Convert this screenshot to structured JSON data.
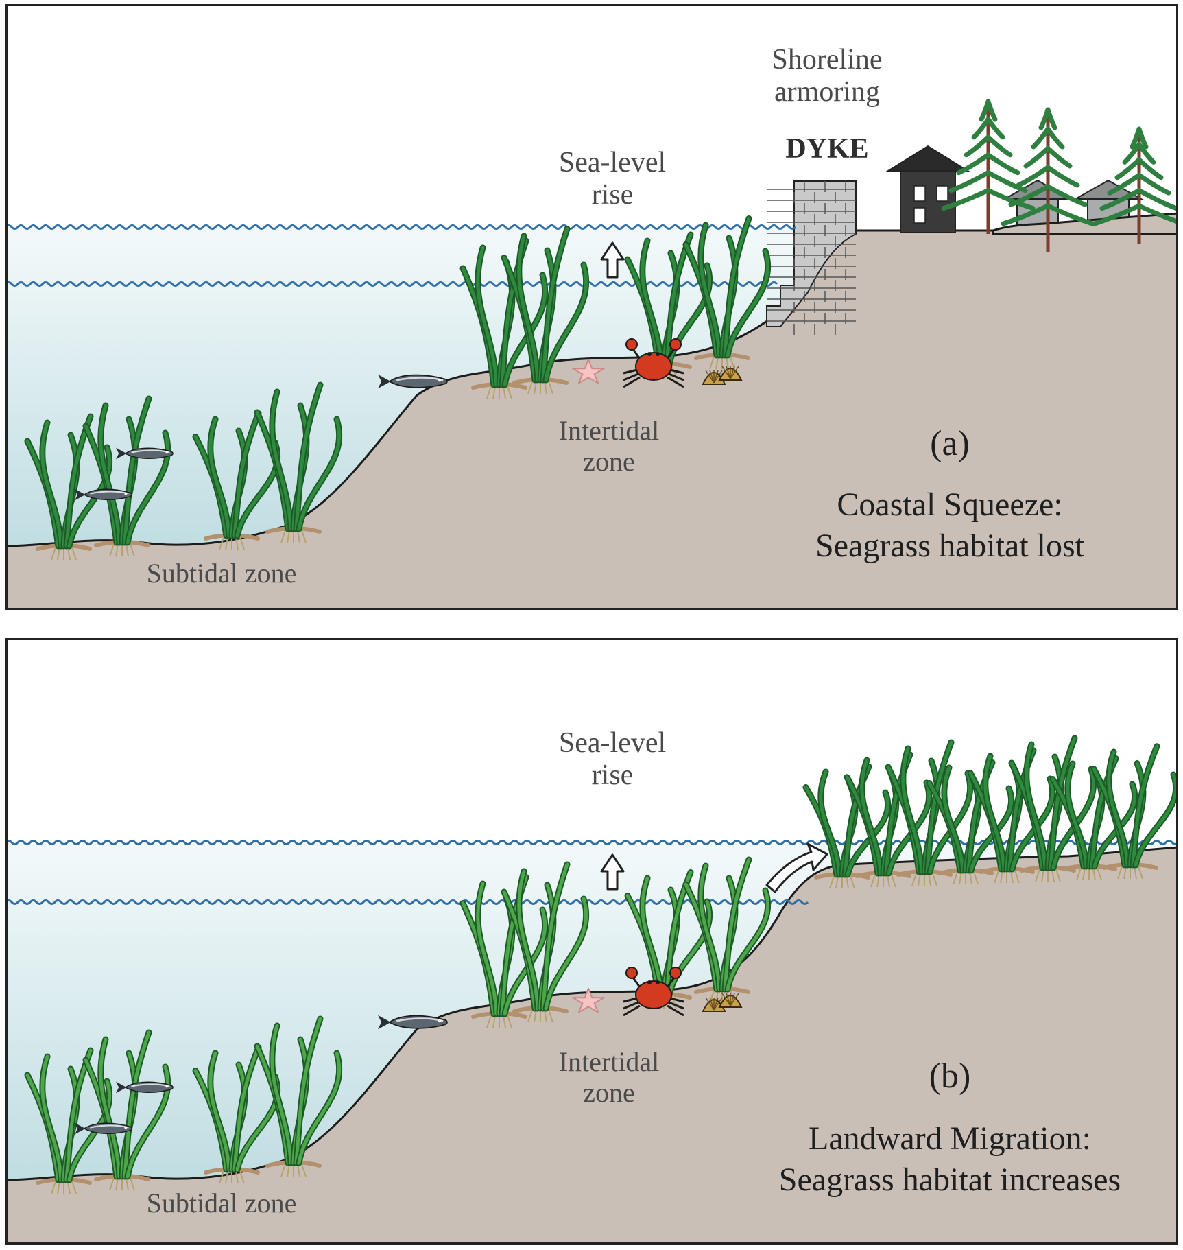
{
  "colors": {
    "water_top": "#f3f9fa",
    "water_bottom": "#b6d8dd",
    "sediment": "#c9bfb7",
    "wave": "#2f6fa6",
    "seagrass": "#2e8b3e",
    "seagrass_dark": "#1d5a28",
    "tree": "#2f8040",
    "wall": "#c9c9c9",
    "crab": "#d43a1f",
    "starfish": "#f7c3c3",
    "clam": "#c9a24a"
  },
  "panel_a": {
    "sea_level_label": [
      "Sea-level",
      "rise"
    ],
    "shoreline_label": [
      "Shoreline",
      "armoring"
    ],
    "dyke_label": "DYKE",
    "intertidal_label": [
      "Intertidal",
      "zone"
    ],
    "subtidal_label": "Subtidal zone",
    "tag": "(a)",
    "caption": [
      "Coastal Squeeze:",
      "Seagrass habitat lost"
    ]
  },
  "panel_b": {
    "sea_level_label": [
      "Sea-level",
      "rise"
    ],
    "intertidal_label": [
      "Intertidal",
      "zone"
    ],
    "subtidal_label": "Subtidal zone",
    "tag": "(b)",
    "caption": [
      "Landward Migration:",
      "Seagrass habitat increases"
    ]
  },
  "icons": [
    "wave-line-icon",
    "up-arrow-icon",
    "curved-arrow-icon",
    "seagrass-icon",
    "fish-icon",
    "crab-icon",
    "starfish-icon",
    "clam-icon",
    "house-icon",
    "tree-icon",
    "dyke-wall-icon"
  ]
}
